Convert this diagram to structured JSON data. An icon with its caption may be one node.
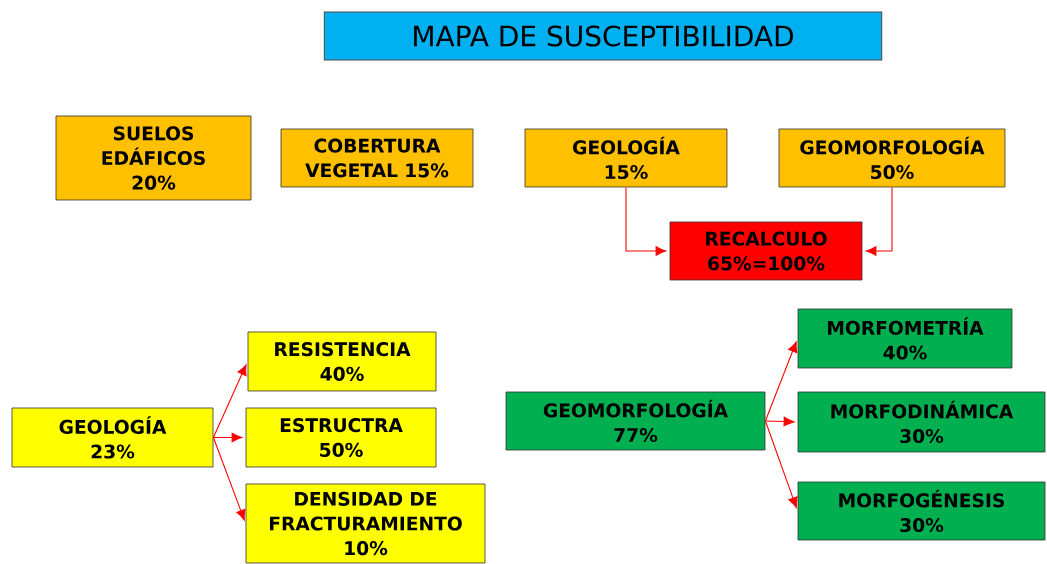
{
  "diagram": {
    "title": "MAPA DE SUSCEPTIBILIDAD",
    "nodes": [
      {
        "text": [
          "SUELOS EDÁFICOS 20%"
        ]
      },
      {
        "text": [
          "COBERTURA VEGETAL 15%"
        ]
      },
      {
        "text": [
          "GEOLOGÍA 15%"
        ]
      },
      {
        "text": [
          "GEOMORFOLOGÍA 50%"
        ]
      },
      {
        "text": [
          "RECALCULO 65%=100%"
        ]
      },
      {
        "text": [
          "GEOLOGÍA 23%"
        ]
      },
      {
        "text": [
          "RESISTENCIA 40%"
        ]
      },
      {
        "text": [
          "ESTRUCTRA 50%"
        ]
      },
      {
        "text": [
          "DENSIDAD DE FRACTURAMIENTO 10%"
        ]
      },
      {
        "text": [
          "GEOMORFOLOGÍA 77%"
        ]
      },
      {
        "text": [
          "MORFOMETRÍA 40%"
        ]
      },
      {
        "text": [
          "MORFODINÁMICA 30%"
        ]
      },
      {
        "text": [
          "MORFOGÉNESIS 30%"
        ]
      }
    ],
    "edges": [
      {
        "from": 2,
        "to": 4,
        "arrow": "to"
      },
      {
        "from": 3,
        "to": 4,
        "arrow": "to"
      },
      {
        "from": 5,
        "to": 6,
        "arrow": "to"
      },
      {
        "from": 5,
        "to": 7,
        "arrow": "to"
      },
      {
        "from": 5,
        "to": 8,
        "arrow": "to"
      },
      {
        "from": 9,
        "to": 10,
        "arrow": "to"
      },
      {
        "from": 9,
        "to": 11,
        "arrow": "to"
      },
      {
        "from": 9,
        "to": 12,
        "arrow": "to"
      }
    ]
  }
}
